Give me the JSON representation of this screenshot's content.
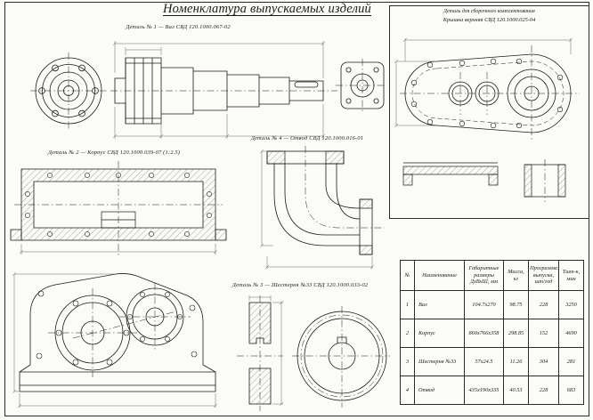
{
  "sheet": {
    "title": "Номенклатура выпускаемых изделий",
    "paper_color": "#fbfbf8",
    "ink_color": "#1b1b1b"
  },
  "drawings": {
    "detail1": {
      "label": "Деталь № 1 — Вал СВД 120.1000.067-02"
    },
    "detail2": {
      "label": "Деталь № 2 — Корпус СВД 120.1000.039-07 (1:2.5)"
    },
    "detail3": {
      "label": "Деталь № 3 — Шестерня №33 СВД 120.1000.033-02"
    },
    "detail4": {
      "label": "Деталь № 4 — Отвод СВД 120.1000.016-01"
    },
    "assembly": {
      "label1": "Деталь для сборочного комплектования",
      "label2": "Крышка верхняя СВД 120.1000.025-04"
    }
  },
  "table": {
    "headers": [
      "№",
      "Наименование",
      "Габаритные размеры ДхВхШ, мм",
      "Масса, кг",
      "Программа выпуска, шт/год",
      "Тшт-к, мин"
    ],
    "rows": [
      [
        "1",
        "Вал",
        "104.7x270",
        "98.75",
        "228",
        "3250"
      ],
      [
        "2",
        "Корпус",
        "860x766x358",
        "298.85",
        "152",
        "4690"
      ],
      [
        "3",
        "Шестерня №33",
        "57x24.5",
        "11.26",
        "304",
        "281"
      ],
      [
        "4",
        "Отвод",
        "435x190x335",
        "40.53",
        "228",
        "683"
      ]
    ]
  }
}
